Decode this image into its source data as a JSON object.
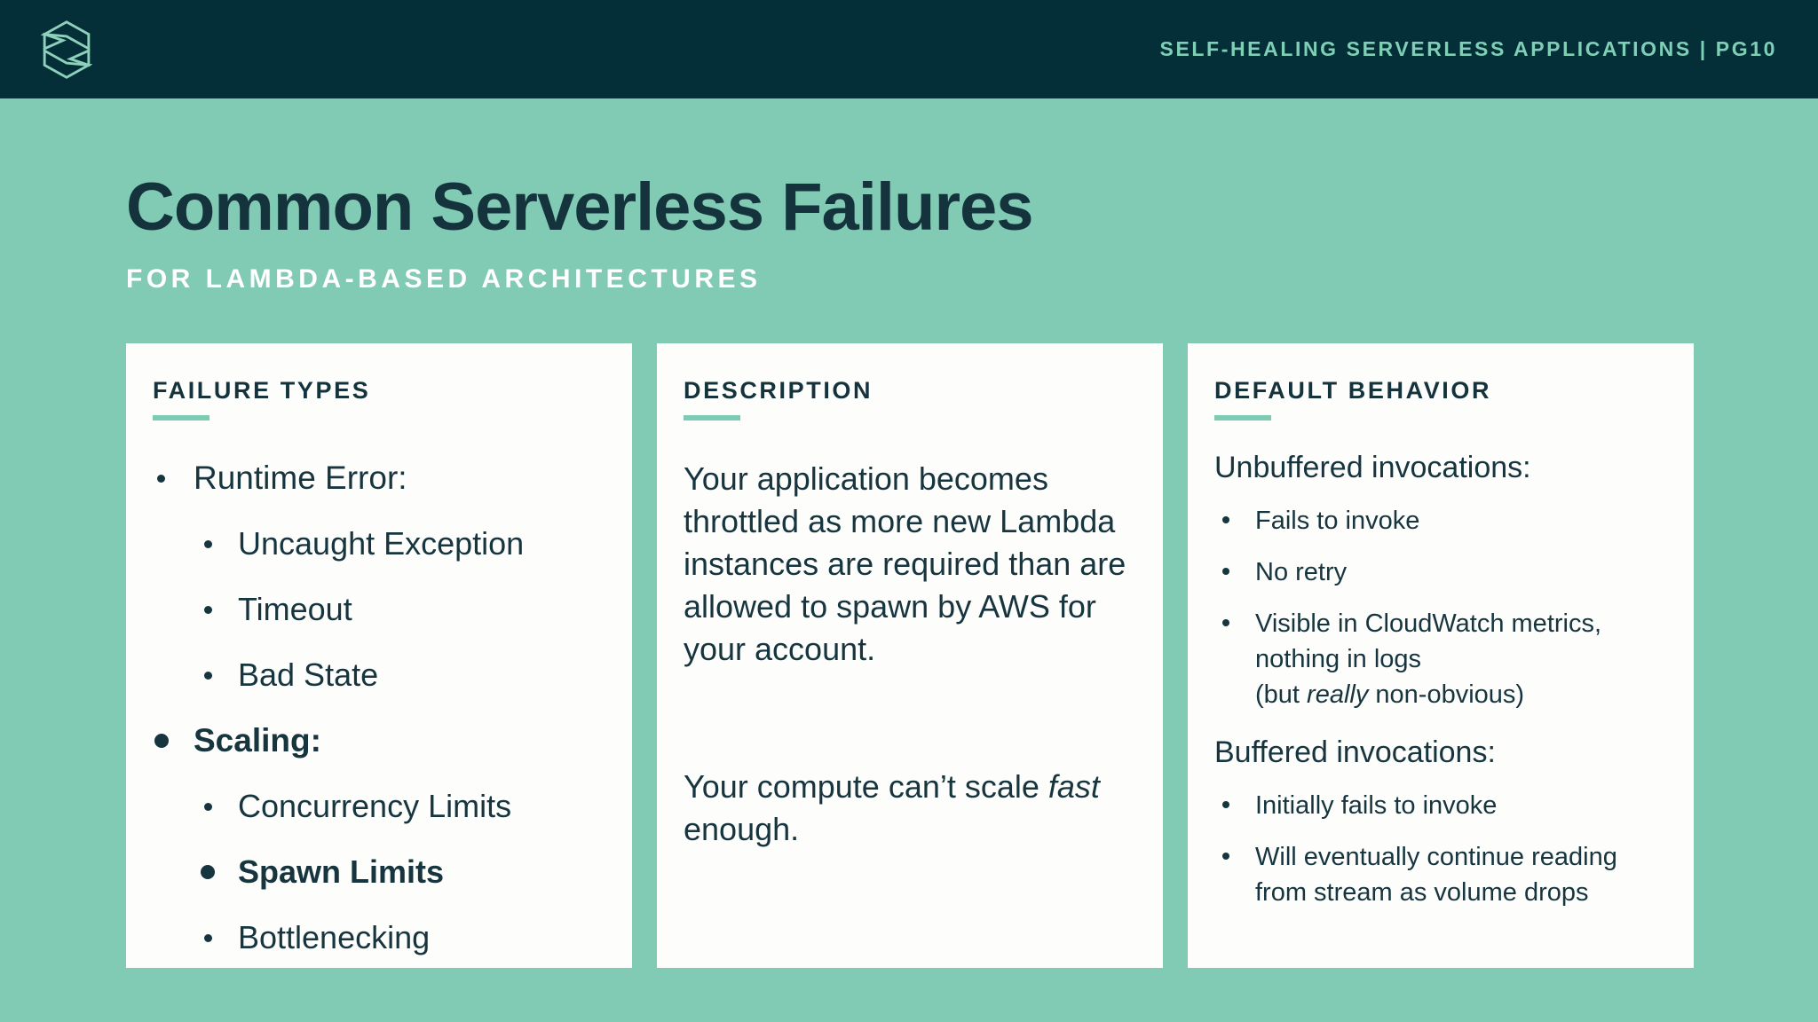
{
  "colors": {
    "header_bg": "#042e38",
    "page_bg": "#81cab3",
    "ink": "#14333c",
    "accent_mint": "#7dcbb2",
    "ribbon_text": "#7ecfb5",
    "card_bg": "#fdfdfc"
  },
  "header": {
    "logo_icon": "stacked-boxes-logo",
    "ribbon_text": "SELF-HEALING SERVERLESS APPLICATIONS | PG10"
  },
  "hero": {
    "title": "Common Serverless Failures",
    "subtitle": "FOR LAMBDA-BASED ARCHITECTURES"
  },
  "cards": [
    {
      "heading": "FAILURE TYPES",
      "items": [
        {
          "text": "Runtime Error:",
          "level": 1,
          "bold": false
        },
        {
          "text": "Uncaught Exception",
          "level": 2,
          "bold": false
        },
        {
          "text": "Timeout",
          "level": 2,
          "bold": false
        },
        {
          "text": "Bad State",
          "level": 2,
          "bold": false
        },
        {
          "text": "Scaling:",
          "level": 1,
          "bold": true
        },
        {
          "text": "Concurrency Limits",
          "level": 2,
          "bold": false
        },
        {
          "text": "Spawn Limits",
          "level": 2,
          "bold": true
        },
        {
          "text": "Bottlenecking",
          "level": 2,
          "bold": false
        }
      ]
    },
    {
      "heading": "DESCRIPTION",
      "paragraph1": "Your application becomes throttled as more new Lambda instances are required than are allowed to spawn by AWS for your account.",
      "p2_parts": [
        "Your compute can’t scale ",
        "fast",
        " enough."
      ]
    },
    {
      "heading": "DEFAULT BEHAVIOR",
      "sections": [
        {
          "title": "Unbuffered invocations:",
          "bullets": [
            "Fails to invoke",
            "No retry",
            {
              "parts": [
                "Visible in CloudWatch metrics, nothing in logs",
                "(but ",
                "really",
                " non-obvious)"
              ]
            }
          ]
        },
        {
          "title": "Buffered invocations:",
          "bullets": [
            "Initially fails to invoke",
            "Will eventually continue reading from stream as volume drops"
          ]
        }
      ]
    }
  ]
}
